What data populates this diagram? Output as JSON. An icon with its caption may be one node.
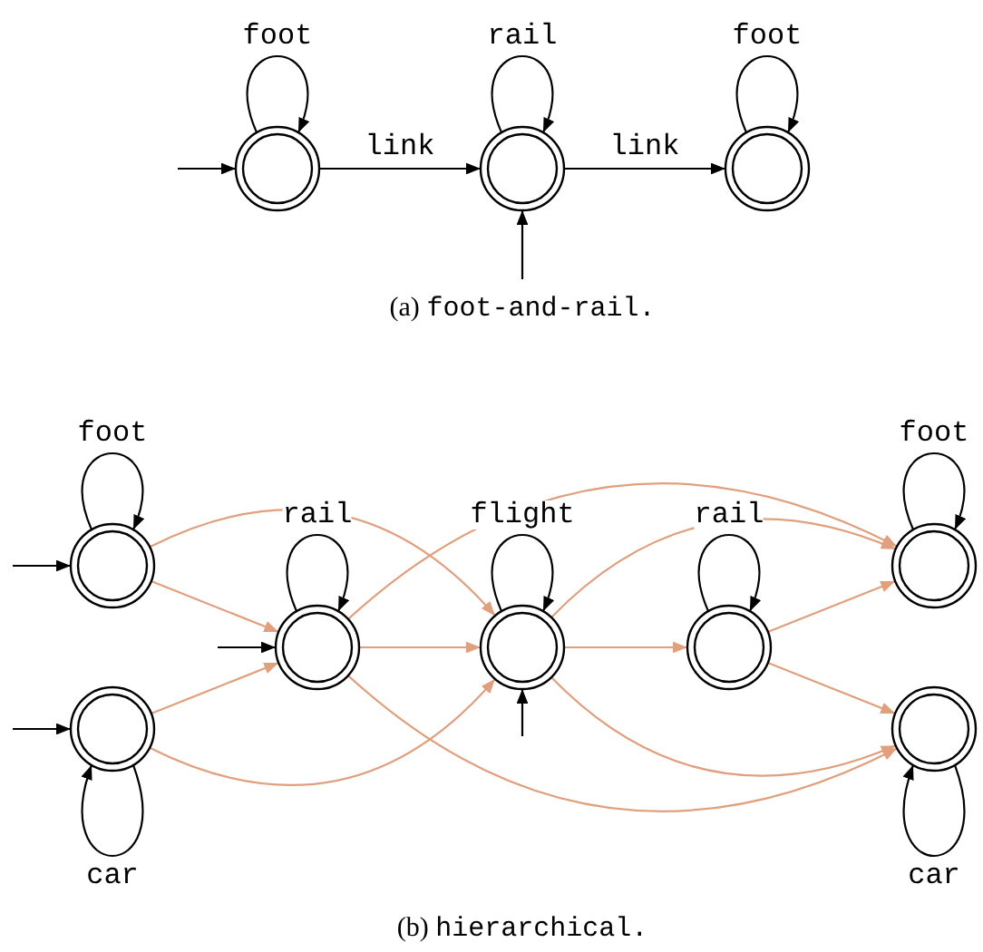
{
  "diagram": {
    "nodes": [
      {
        "text": [],
        "shape": "circle"
      },
      {
        "text": [],
        "shape": "circle"
      },
      {
        "text": [],
        "shape": "circle"
      },
      {
        "text": [],
        "shape": "circle"
      },
      {
        "text": [],
        "shape": "circle"
      },
      {
        "text": [],
        "shape": "circle"
      },
      {
        "text": [],
        "shape": "circle"
      },
      {
        "text": [],
        "shape": "circle"
      },
      {
        "text": [],
        "shape": "circle"
      },
      {
        "text": [],
        "shape": "circle"
      }
    ],
    "edges": [
      {
        "from": null,
        "to": 0,
        "arrow": "to"
      },
      {
        "from": 0,
        "to": 0,
        "label": "foot",
        "arrow": "to"
      },
      {
        "from": 0,
        "to": 1,
        "label": "link",
        "arrow": "to"
      },
      {
        "from": 1,
        "to": 1,
        "label": "rail",
        "arrow": "to"
      },
      {
        "from": null,
        "to": 1,
        "arrow": "to"
      },
      {
        "from": 1,
        "to": 2,
        "label": "link",
        "arrow": "to"
      },
      {
        "from": 2,
        "to": 2,
        "label": "foot",
        "arrow": "to"
      },
      {
        "from": null,
        "to": 3,
        "arrow": "to"
      },
      {
        "from": 3,
        "to": 3,
        "label": "foot",
        "arrow": "to"
      },
      {
        "from": null,
        "to": 4,
        "arrow": "to"
      },
      {
        "from": 4,
        "to": 4,
        "label": "car",
        "arrow": "to"
      },
      {
        "from": null,
        "to": 5,
        "arrow": "to"
      },
      {
        "from": 5,
        "to": 5,
        "label": "rail",
        "arrow": "to"
      },
      {
        "from": null,
        "to": 6,
        "arrow": "to"
      },
      {
        "from": 6,
        "to": 6,
        "label": "flight",
        "arrow": "to"
      },
      {
        "from": 7,
        "to": 7,
        "label": "rail",
        "arrow": "to"
      },
      {
        "from": 8,
        "to": 8,
        "label": "foot",
        "arrow": "to"
      },
      {
        "from": 9,
        "to": 9,
        "label": "car",
        "arrow": "to"
      },
      {
        "from": 3,
        "to": 5,
        "arrow": "to",
        "color": "#e09f7d"
      },
      {
        "from": 3,
        "to": 6,
        "arrow": "to",
        "color": "#e09f7d"
      },
      {
        "from": 4,
        "to": 5,
        "arrow": "to",
        "color": "#e09f7d"
      },
      {
        "from": 4,
        "to": 6,
        "arrow": "to",
        "color": "#e09f7d"
      },
      {
        "from": 5,
        "to": 6,
        "arrow": "to",
        "color": "#e09f7d"
      },
      {
        "from": 5,
        "to": 8,
        "arrow": "to",
        "color": "#e09f7d"
      },
      {
        "from": 5,
        "to": 9,
        "arrow": "to",
        "color": "#e09f7d"
      },
      {
        "from": 6,
        "to": 7,
        "arrow": "to",
        "color": "#e09f7d"
      },
      {
        "from": 6,
        "to": 8,
        "arrow": "to",
        "color": "#e09f7d"
      },
      {
        "from": 6,
        "to": 9,
        "arrow": "to",
        "color": "#e09f7d"
      },
      {
        "from": 7,
        "to": 8,
        "arrow": "to",
        "color": "#e09f7d"
      },
      {
        "from": 7,
        "to": 9,
        "arrow": "to",
        "color": "#e09f7d"
      }
    ],
    "labels": [
      "(a) foot-and-rail.",
      "(b) hierarchical."
    ]
  }
}
